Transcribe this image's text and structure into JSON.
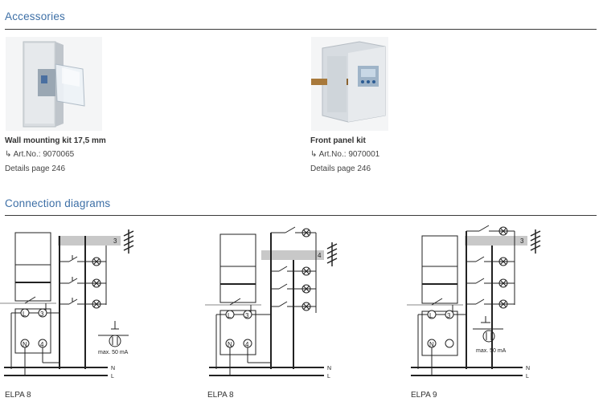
{
  "accessories": {
    "title": "Accessories",
    "items": [
      {
        "name": "Wall mounting kit 17,5 mm",
        "art_prefix": "Art.No.:",
        "art_no": "9070065",
        "details": "Details page 246"
      },
      {
        "name": "Front panel kit",
        "art_prefix": "Art.No.:",
        "art_no": "9070001",
        "details": "Details page 246"
      }
    ]
  },
  "connection": {
    "title": "Connection diagrams",
    "diagrams": [
      {
        "caption": "ELPA 8",
        "level": "3",
        "note": "max. 50 mA"
      },
      {
        "caption": "ELPA 8",
        "level": "4"
      },
      {
        "caption": "ELPA 9",
        "level": "3",
        "note": "max. 50 mA"
      }
    ],
    "terminals": {
      "L": "L",
      "N": "N",
      "t3": "3",
      "t4": "4",
      "busN": "N",
      "busL": "L"
    }
  }
}
